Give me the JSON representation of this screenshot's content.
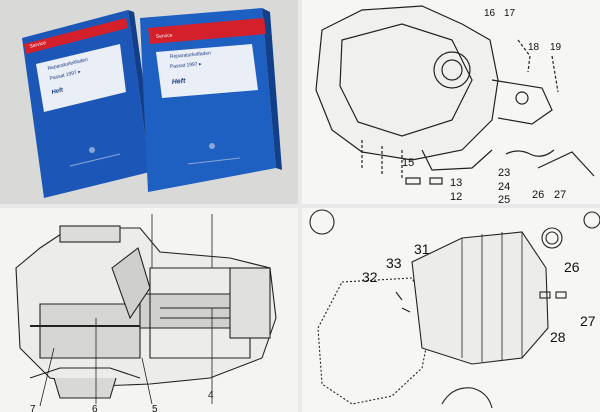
{
  "panel_books": {
    "brand_left": "Service",
    "brand_right": "Service",
    "title_left": "Reparaturleitfaden",
    "title_right": "Reparaturleitfaden",
    "subtitle_left": "Passat 1997 ▸",
    "subtitle_right": "Passat 1997 ▸",
    "heft_left": "Heft",
    "heft_right": "Heft"
  },
  "panel_gearbox": {
    "labels": [
      "16",
      "17",
      "18",
      "19",
      "15",
      "13",
      "12",
      "23",
      "24",
      "25",
      "26",
      "27"
    ]
  },
  "panel_section": {
    "labels": [
      "7",
      "6",
      "5",
      "4"
    ]
  },
  "panel_exploded": {
    "labels": [
      "32",
      "33",
      "31",
      "26",
      "28",
      "27"
    ]
  },
  "colors": {
    "binder_blue": "#1e5fc2",
    "label_red": "#d4202a"
  }
}
